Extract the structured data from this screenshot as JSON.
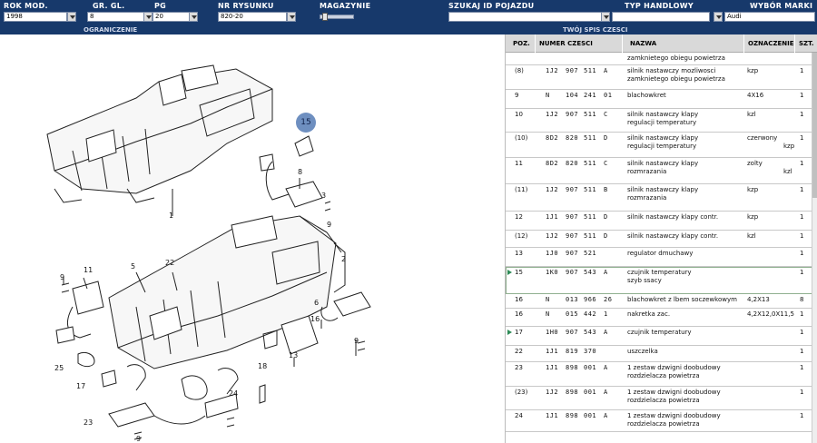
{
  "filters": {
    "rok_mod": {
      "label": "ROK MOD.",
      "value": "1998"
    },
    "gr_gl": {
      "label": "GR. GL.",
      "value": "8"
    },
    "pg": {
      "label": "PG",
      "value": "20"
    },
    "nr_rysunku": {
      "label": "NR RYSUNKU",
      "value": "820-20"
    },
    "magazynie": {
      "label": "MAGAZYNIE"
    },
    "szukaj": {
      "label": "SZUKAJ ID POJAZDU",
      "value": ""
    },
    "typ_handlowy": {
      "label": "TYP HANDLOWY",
      "value": ""
    },
    "wybor_marki": {
      "label": "WYBÓR MARKI",
      "value": "Audi"
    }
  },
  "sections": {
    "left": "OGRANICZENIE",
    "right": "TWÓJ SPIS CZESCI"
  },
  "table": {
    "headers": {
      "poz": "POZ.",
      "numer": "NUMER CZESCI",
      "nazwa": "NAZWA",
      "oznaczenie": "OZNACZENIE",
      "szt": "SZT."
    },
    "rows": [
      {
        "poz": "",
        "p1": "",
        "p2": "",
        "p3": "",
        "p4": "",
        "name1": "zamknietego obiegu powietrza",
        "name2": "",
        "ozn": "",
        "szt": "",
        "marker": false
      },
      {
        "poz": "(8)",
        "p1": "1J2",
        "p2": "907",
        "p3": "511",
        "p4": "A",
        "name1": "silnik nastawczy mozliwosci",
        "name2": "zamknietego obiegu powietrza",
        "ozn": "kzp",
        "szt": "1",
        "marker": false
      },
      {
        "poz": "9",
        "p1": "N",
        "p2": "104",
        "p3": "241",
        "p4": "01",
        "name1": "blachowkret",
        "name2": "",
        "ozn": "4X16",
        "szt": "1",
        "marker": false
      },
      {
        "poz": "10",
        "p1": "1J2",
        "p2": "907",
        "p3": "511",
        "p4": "C",
        "name1": "silnik nastawczy klapy",
        "name2": "regulacji temperatury",
        "ozn": "kzl",
        "szt": "1",
        "marker": false
      },
      {
        "poz": "(10)",
        "p1": "8D2",
        "p2": "820",
        "p3": "511",
        "p4": "D",
        "name1": "silnik nastawczy klapy",
        "name2": "regulacji temperatury",
        "ozn": "czerwony",
        "ozn2": "kzp",
        "szt": "1",
        "marker": false
      },
      {
        "poz": "11",
        "p1": "8D2",
        "p2": "820",
        "p3": "511",
        "p4": "C",
        "name1": "silnik nastawczy klapy",
        "name2": "rozmrazania",
        "ozn": "zolty",
        "ozn2": "kzl",
        "szt": "1",
        "marker": false
      },
      {
        "poz": "(11)",
        "p1": "1J2",
        "p2": "907",
        "p3": "511",
        "p4": "B",
        "name1": "silnik nastawczy klapy",
        "name2": "rozmrazania",
        "ozn": "kzp",
        "szt": "1",
        "marker": false
      },
      {
        "poz": "12",
        "p1": "1J1",
        "p2": "907",
        "p3": "511",
        "p4": "D",
        "name1": "silnik nastawczy klapy contr.",
        "name2": "",
        "ozn": "kzp",
        "szt": "1",
        "marker": false
      },
      {
        "poz": "(12)",
        "p1": "1J2",
        "p2": "907",
        "p3": "511",
        "p4": "D",
        "name1": "silnik nastawczy klapy contr.",
        "name2": "",
        "ozn": "kzl",
        "szt": "1",
        "marker": false
      },
      {
        "poz": "13",
        "p1": "1J0",
        "p2": "907",
        "p3": "521",
        "p4": "",
        "name1": "regulator dmuchawy",
        "name2": "",
        "ozn": "",
        "szt": "1",
        "marker": false
      },
      {
        "poz": "15",
        "p1": "1K0",
        "p2": "907",
        "p3": "543",
        "p4": "A",
        "name1": "czujnik temperatury",
        "name2": "szyb ssacy",
        "ozn": "",
        "szt": "1",
        "marker": true,
        "selected": true
      },
      {
        "poz": "16",
        "p1": "N",
        "p2": "013",
        "p3": "966",
        "p4": "26",
        "name1": "blachowkret z lbem soczewkowym",
        "name2": "",
        "ozn": "4,2X13",
        "szt": "8",
        "marker": false
      },
      {
        "poz": "16",
        "p1": "N",
        "p2": "015",
        "p3": "442",
        "p4": "1",
        "name1": "nakretka zac.",
        "name2": "",
        "ozn": "4,2X12,0X11,5",
        "szt": "1",
        "marker": false
      },
      {
        "poz": "17",
        "p1": "1H0",
        "p2": "907",
        "p3": "543",
        "p4": "A",
        "name1": "czujnik temperatury",
        "name2": "",
        "ozn": "",
        "szt": "1",
        "marker": true
      },
      {
        "poz": "22",
        "p1": "1J1",
        "p2": "819",
        "p3": "370",
        "p4": "",
        "name1": "uszczelka",
        "name2": "",
        "ozn": "",
        "szt": "1",
        "marker": false
      },
      {
        "poz": "23",
        "p1": "1J1",
        "p2": "898",
        "p3": "001",
        "p4": "A",
        "name1": "1 zestaw dzwigni doobudowy",
        "name2": "rozdzielacza powietrza",
        "ozn": "",
        "szt": "1",
        "marker": false
      },
      {
        "poz": "(23)",
        "p1": "1J2",
        "p2": "898",
        "p3": "001",
        "p4": "A",
        "name1": "1 zestaw dzwigni doobudowy",
        "name2": "rozdzielacza powietrza",
        "ozn": "",
        "szt": "1",
        "marker": false
      },
      {
        "poz": "24",
        "p1": "1J1",
        "p2": "898",
        "p3": "001",
        "p4": "A",
        "name1": "1 zestaw dzwigni doobudowy",
        "name2": "rozdzielacza powietrza",
        "ozn": "",
        "szt": "1",
        "marker": false
      }
    ]
  },
  "diagram": {
    "callouts": {
      "c1": "1",
      "c2": "2",
      "c3": "3",
      "c5": "5",
      "c6": "6",
      "c8": "8",
      "c9a": "9",
      "c9b": "9",
      "c9c": "9",
      "c9d": "9",
      "c11": "11",
      "c13": "13",
      "c15": "15",
      "c16": "16",
      "c17": "17",
      "c18": "18",
      "c22": "22",
      "c23": "23",
      "c24": "24",
      "c25": "25"
    },
    "highlight_color": "#6e8fc0"
  },
  "colors": {
    "header_bg": "#17396b",
    "table_header_bg": "#d9d9d9",
    "marker": "#2e8b57"
  }
}
